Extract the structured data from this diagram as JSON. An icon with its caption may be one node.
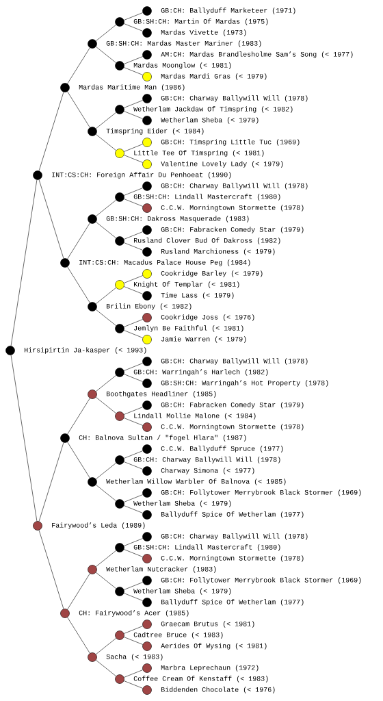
{
  "diagram": {
    "nodes": [
      {
        "text": [
          "GB:CH: Ballyduff Marketeer (1971)"
        ]
      },
      {
        "text": [
          "GB:SH:CH: Martin Of Mardas (1975)"
        ]
      },
      {
        "text": [
          "Mardas Vivette (1973)"
        ]
      },
      {
        "text": [
          "GB:SH:CH: Mardas Master Mariner (1983)"
        ]
      },
      {
        "text": [
          "AM:CH: Mardas Brandlesholme Sam’s Song (< 1977)"
        ]
      },
      {
        "text": [
          "Mardas Moonglow (< 1981)"
        ]
      },
      {
        "text": [
          "Mardas Mardi Gras (< 1979)"
        ]
      },
      {
        "text": [
          "Mardas Maritime Man (1986)"
        ]
      },
      {
        "text": [
          "GB:CH: Charway Ballywill Will (1978)"
        ]
      },
      {
        "text": [
          "Wetherlam Jackdaw Of Timspring (< 1982)"
        ]
      },
      {
        "text": [
          "Wetherlam Sheba (< 1979)"
        ]
      },
      {
        "text": [
          "Timspring Eider (< 1984)"
        ]
      },
      {
        "text": [
          "GB:CH: Timspring Little Tuc (1969)"
        ]
      },
      {
        "text": [
          "Little Tee Of Timspring (< 1981)"
        ]
      },
      {
        "text": [
          "Valentine Lovely Lady (< 1979)"
        ]
      },
      {
        "text": [
          "INT:CS:CH: Foreign Affair Du Penhoeat (1990)"
        ]
      },
      {
        "text": [
          "GB:CH: Charway Ballywill Will (1978)"
        ]
      },
      {
        "text": [
          "GB:SH:CH: Lindall Mastercraft (1980)"
        ]
      },
      {
        "text": [
          "C.C.W. Morningtown Stormette (1978)"
        ]
      },
      {
        "text": [
          "GB:SH:CH: Dakross Masquerade (1983)"
        ]
      },
      {
        "text": [
          "GB:CH: Fabracken Comedy Star (1979)"
        ]
      },
      {
        "text": [
          "Rusland Clover Bud Of Dakross (1982)"
        ]
      },
      {
        "text": [
          "Rusland Marchioness (< 1979)"
        ]
      },
      {
        "text": [
          "INT:CS:CH: Macadus Palace House Peg (1984)"
        ]
      },
      {
        "text": [
          "Cookridge Barley (< 1979)"
        ]
      },
      {
        "text": [
          "Knight Of Templar (< 1981)"
        ]
      },
      {
        "text": [
          "Time Lass (< 1979)"
        ]
      },
      {
        "text": [
          "Brilin Ebony (< 1982)"
        ]
      },
      {
        "text": [
          "Cookridge Joss (< 1976)"
        ]
      },
      {
        "text": [
          "Jemlyn Be Faithful (< 1981)"
        ]
      },
      {
        "text": [
          "Jamie Warren (< 1979)"
        ]
      },
      {
        "text": [
          "Hirsipirtin Ja-kasper (< 1993)"
        ]
      },
      {
        "text": [
          "GB:CH: Charway Ballywill Will (1978)"
        ]
      },
      {
        "text": [
          "GB:CH: Warringah’s Harlech (1982)"
        ]
      },
      {
        "text": [
          "GB:SH:CH: Warringah’s Hot Property (1978)"
        ]
      },
      {
        "text": [
          "Boothgates Headliner (1985)"
        ]
      },
      {
        "text": [
          "GB:CH: Fabracken Comedy Star (1979)"
        ]
      },
      {
        "text": [
          "Lindall Mollie Malone (< 1984)"
        ]
      },
      {
        "text": [
          "C.C.W. Morningtown Stormette (1978)"
        ]
      },
      {
        "text": [
          "CH: Balnova Sultan / \"fogel Hlara\" (1987)"
        ]
      },
      {
        "text": [
          "C.C.W. Ballyduff Spruce (1977)"
        ]
      },
      {
        "text": [
          "GB:CH: Charway Ballywill Will (1978)"
        ]
      },
      {
        "text": [
          "Charway Simona (< 1977)"
        ]
      },
      {
        "text": [
          "Wetherlam Willow Warbler Of Balnova (< 1985)"
        ]
      },
      {
        "text": [
          "GB:CH: Follytower Merrybrook Black Stormer (1969)"
        ]
      },
      {
        "text": [
          "Wetherlam Sheba (< 1979)"
        ]
      },
      {
        "text": [
          "Ballyduff Spice Of Wetherlam (1977)"
        ]
      },
      {
        "text": [
          "Fairywood’s Leda (1989)"
        ]
      },
      {
        "text": [
          "GB:CH: Charway Ballywill Will (1978)"
        ]
      },
      {
        "text": [
          "GB:SH:CH: Lindall Mastercraft (1980)"
        ]
      },
      {
        "text": [
          "C.C.W. Morningtown Stormette (1978)"
        ]
      },
      {
        "text": [
          "Wetherlam Nutcracker (1983)"
        ]
      },
      {
        "text": [
          "GB:CH: Follytower Merrybrook Black Stormer (1969)"
        ]
      },
      {
        "text": [
          "Wetherlam Sheba (< 1979)"
        ]
      },
      {
        "text": [
          "Ballyduff Spice Of Wetherlam (1977)"
        ]
      },
      {
        "text": [
          "CH: Fairywood’s Acer (1985)"
        ]
      },
      {
        "text": [
          "Graecam Brutus (< 1981)"
        ]
      },
      {
        "text": [
          "Cadtree Bruce (< 1983)"
        ]
      },
      {
        "text": [
          "Aerides Of Wysing (< 1981)"
        ]
      },
      {
        "text": [
          "Sacha (< 1983)"
        ]
      },
      {
        "text": [
          "Marbra Leprechaun (1972)"
        ]
      },
      {
        "text": [
          "Coffee Cream Of Kenstaff (< 1983)"
        ]
      },
      {
        "text": [
          "Biddenden Chocolate (< 1976)"
        ]
      }
    ],
    "edges": [
      {
        "from": 1,
        "to": 0,
        "arrow": "none"
      },
      {
        "from": 3,
        "to": 1,
        "arrow": "none"
      },
      {
        "from": 1,
        "to": 2,
        "arrow": "none"
      },
      {
        "from": 7,
        "to": 3,
        "arrow": "none"
      },
      {
        "from": 5,
        "to": 4,
        "arrow": "none"
      },
      {
        "from": 3,
        "to": 5,
        "arrow": "none"
      },
      {
        "from": 5,
        "to": 6,
        "arrow": "none"
      },
      {
        "from": 15,
        "to": 7,
        "arrow": "none"
      },
      {
        "from": 9,
        "to": 8,
        "arrow": "none"
      },
      {
        "from": 11,
        "to": 9,
        "arrow": "none"
      },
      {
        "from": 9,
        "to": 10,
        "arrow": "none"
      },
      {
        "from": 7,
        "to": 11,
        "arrow": "none"
      },
      {
        "from": 13,
        "to": 12,
        "arrow": "none"
      },
      {
        "from": 11,
        "to": 13,
        "arrow": "none"
      },
      {
        "from": 13,
        "to": 14,
        "arrow": "none"
      },
      {
        "from": 31,
        "to": 15,
        "arrow": "none"
      },
      {
        "from": 17,
        "to": 16,
        "arrow": "none"
      },
      {
        "from": 19,
        "to": 17,
        "arrow": "none"
      },
      {
        "from": 17,
        "to": 18,
        "arrow": "none"
      },
      {
        "from": 23,
        "to": 19,
        "arrow": "none"
      },
      {
        "from": 21,
        "to": 20,
        "arrow": "none"
      },
      {
        "from": 19,
        "to": 21,
        "arrow": "none"
      },
      {
        "from": 21,
        "to": 22,
        "arrow": "none"
      },
      {
        "from": 15,
        "to": 23,
        "arrow": "none"
      },
      {
        "from": 25,
        "to": 24,
        "arrow": "none"
      },
      {
        "from": 27,
        "to": 25,
        "arrow": "none"
      },
      {
        "from": 25,
        "to": 26,
        "arrow": "none"
      },
      {
        "from": 23,
        "to": 27,
        "arrow": "none"
      },
      {
        "from": 29,
        "to": 28,
        "arrow": "none"
      },
      {
        "from": 27,
        "to": 29,
        "arrow": "none"
      },
      {
        "from": 29,
        "to": 30,
        "arrow": "none"
      },
      {
        "from": 33,
        "to": 32,
        "arrow": "none"
      },
      {
        "from": 35,
        "to": 33,
        "arrow": "none"
      },
      {
        "from": 33,
        "to": 34,
        "arrow": "none"
      },
      {
        "from": 39,
        "to": 35,
        "arrow": "none"
      },
      {
        "from": 37,
        "to": 36,
        "arrow": "none"
      },
      {
        "from": 35,
        "to": 37,
        "arrow": "none"
      },
      {
        "from": 37,
        "to": 38,
        "arrow": "none"
      },
      {
        "from": 47,
        "to": 39,
        "arrow": "none"
      },
      {
        "from": 41,
        "to": 40,
        "arrow": "none"
      },
      {
        "from": 43,
        "to": 41,
        "arrow": "none"
      },
      {
        "from": 41,
        "to": 42,
        "arrow": "none"
      },
      {
        "from": 39,
        "to": 43,
        "arrow": "none"
      },
      {
        "from": 45,
        "to": 44,
        "arrow": "none"
      },
      {
        "from": 43,
        "to": 45,
        "arrow": "none"
      },
      {
        "from": 45,
        "to": 46,
        "arrow": "none"
      },
      {
        "from": 31,
        "to": 47,
        "arrow": "none"
      },
      {
        "from": 49,
        "to": 48,
        "arrow": "none"
      },
      {
        "from": 51,
        "to": 49,
        "arrow": "none"
      },
      {
        "from": 49,
        "to": 50,
        "arrow": "none"
      },
      {
        "from": 55,
        "to": 51,
        "arrow": "none"
      },
      {
        "from": 53,
        "to": 52,
        "arrow": "none"
      },
      {
        "from": 51,
        "to": 53,
        "arrow": "none"
      },
      {
        "from": 53,
        "to": 54,
        "arrow": "none"
      },
      {
        "from": 47,
        "to": 55,
        "arrow": "none"
      },
      {
        "from": 57,
        "to": 56,
        "arrow": "none"
      },
      {
        "from": 59,
        "to": 57,
        "arrow": "none"
      },
      {
        "from": 57,
        "to": 58,
        "arrow": "none"
      },
      {
        "from": 55,
        "to": 59,
        "arrow": "none"
      },
      {
        "from": 61,
        "to": 60,
        "arrow": "none"
      },
      {
        "from": 59,
        "to": 61,
        "arrow": "none"
      },
      {
        "from": 61,
        "to": 62,
        "arrow": "none"
      }
    ]
  }
}
